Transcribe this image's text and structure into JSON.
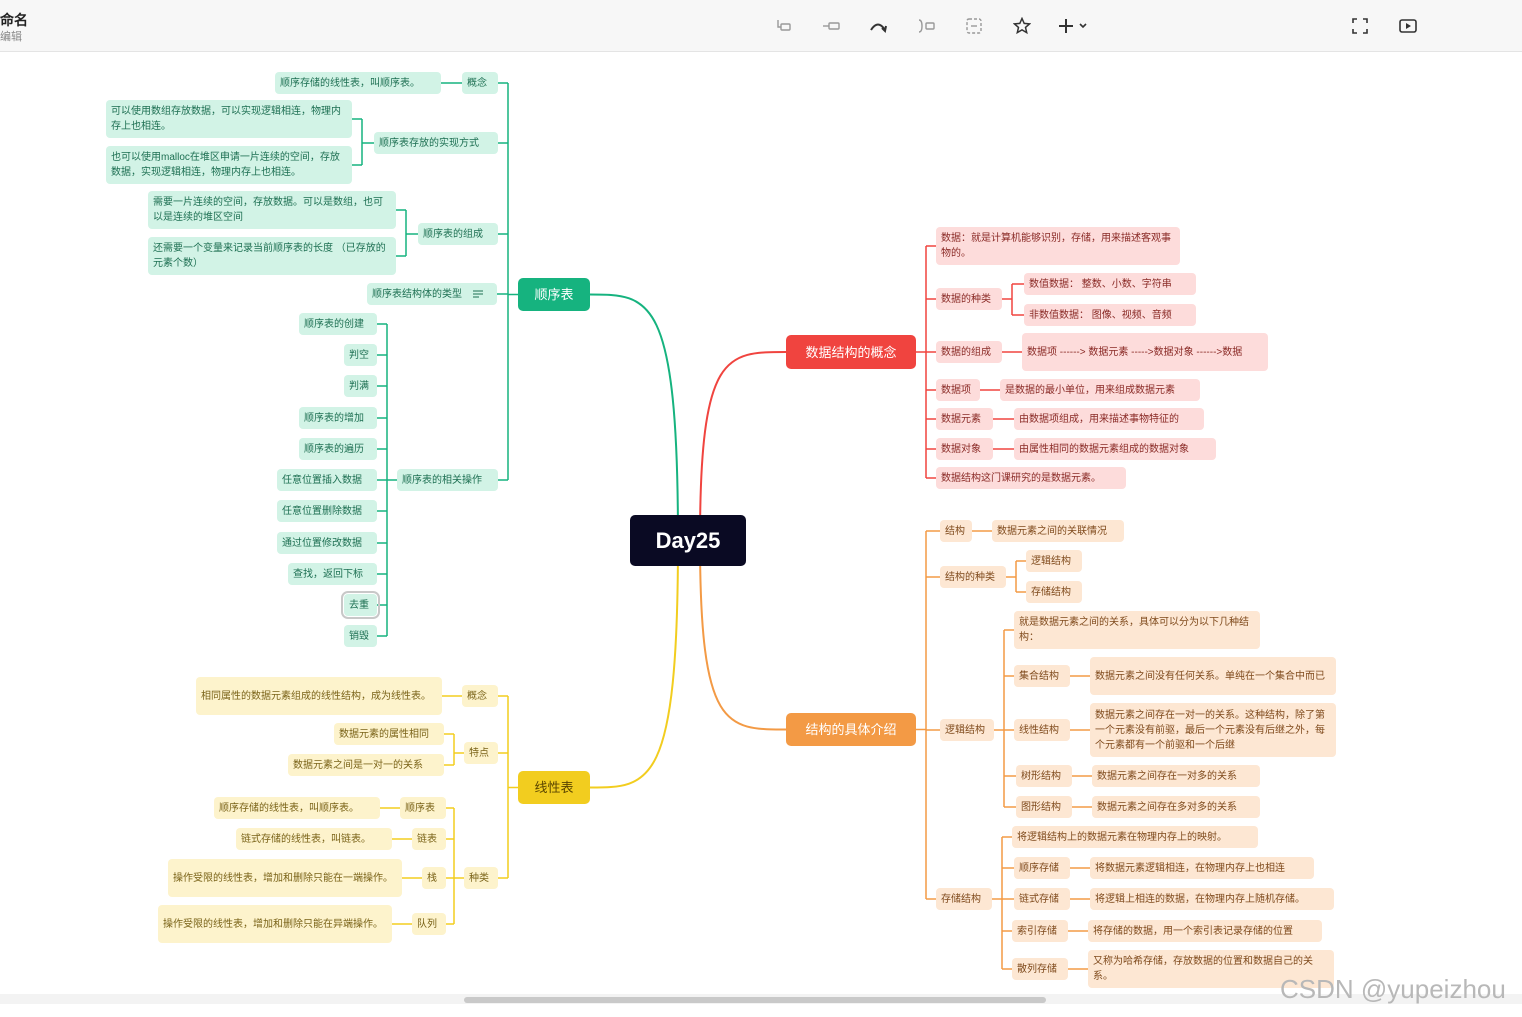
{
  "header": {
    "title": "命名",
    "subtitle": "编辑"
  },
  "toolbar": {
    "icons": [
      "sibling-node-icon",
      "child-node-icon",
      "undo-icon",
      "summary-icon",
      "frame-icon",
      "star-icon",
      "add-icon",
      "fullscreen-icon",
      "play-icon"
    ]
  },
  "root": "Day25",
  "main": {
    "seq": "顺序表",
    "concept": "数据结构的概念",
    "intro": "结构的具体介绍",
    "linear": "线性表"
  },
  "seq": {
    "gainian": "概念",
    "gainian_d": "顺序存储的线性表，叫顺序表。",
    "impl": "顺序表存放的实现方式",
    "impl_d1": "可以使用数组存放数据，可以实现逻辑相连，物理内存上也相连。",
    "impl_d2": "也可以使用malloc在堆区申请一片连续的空间，存放数据，实现逻辑相连，物理内存上也相连。",
    "comp": "顺序表的组成",
    "comp_d1": "需要一片连续的空间，存放数据。可以是数组，也可以是连续的堆区空间",
    "comp_d2": "还需要一个变量来记录当前顺序表的长度 （已存放的元素个数）",
    "type": "顺序表结构体的类型",
    "ops": "顺序表的相关操作",
    "op": [
      "顺序表的创建",
      "判空",
      "判满",
      "顺序表的增加",
      "顺序表的遍历",
      "任意位置插入数据",
      "任意位置删除数据",
      "通过位置修改数据",
      "查找，返回下标",
      "去重",
      "销毁"
    ]
  },
  "concept": {
    "shuju": "数据：就是计算机能够识别，存储，用来描述客观事物的。",
    "kinds": "数据的种类",
    "kind1": "数值数据： 整数、小数、字符串",
    "kind2": "非数值数据： 图像、视频、音频",
    "zucheng": "数据的组成",
    "zucheng_d": "数据项 ------> 数据元素 ----->数据对象 ------>数据",
    "xiang": "数据项",
    "xiang_d": "是数据的最小单位，用来组成数据元素",
    "yuansu": "数据元素",
    "yuansu_d": "由数据项组成，用来描述事物特征的",
    "duixiang": "数据对象",
    "duixiang_d": "由属性相同的数据元素组成的数据对象",
    "yanjiu": "数据结构这门课研究的是数据元素。"
  },
  "intro": {
    "jiegou": "结构",
    "jiegou_d": "数据元素之间的关联情况",
    "zhonglei": "结构的种类",
    "zl1": "逻辑结构",
    "zl2": "存储结构",
    "luoji": "逻辑结构",
    "luoji_d": "就是数据元素之间的关系，具体可以分为以下几种结构：",
    "jihe": "集合结构",
    "jihe_d": "数据元素之间没有任何关系。单纯在一个集合中而已",
    "xianxing": "线性结构",
    "xianxing_d": "数据元素之间存在一对一的关系。这种结构，除了第一个元素没有前驱，最后一个元素没有后继之外，每个元素都有一个前驱和一个后继",
    "shu": "树形结构",
    "shu_d": "数据元素之间存在一对多的关系",
    "tu": "图形结构",
    "tu_d": "数据元素之间存在多对多的关系",
    "cunchu": "存储结构",
    "cunchu_d": "将逻辑结构上的数据元素在物理内存上的映射。",
    "shunxu": "顺序存储",
    "shunxu_d": "将数据元素逻辑相连，在物理内存上也相连",
    "lianshi": "链式存储",
    "lianshi_d": "将逻辑上相连的数据，在物理内存上随机存储。",
    "suoyin": "索引存储",
    "suoyin_d": "将存储的数据，用一个索引表记录存储的位置",
    "sanlie": "散列存储",
    "sanlie_d": "又称为哈希存储，存放数据的位置和数据自己的关系。"
  },
  "linear": {
    "gainian": "概念",
    "gainian_d": "相同属性的数据元素组成的线性结构，成为线性表。",
    "tedian": "特点",
    "td1": "数据元素的属性相同",
    "td2": "数据元素之间是一对一的关系",
    "zhonglei": "种类",
    "sxb": "顺序表",
    "sxb_d": "顺序存储的线性表，叫顺序表。",
    "lb": "链表",
    "lb_d": "链式存储的线性表，叫链表。",
    "zhan": "栈",
    "zhan_d": "操作受限的线性表，增加和删除只能在一端操作。",
    "dl": "队列",
    "dl_d": "操作受限的线性表，增加和删除只能在异端操作。"
  },
  "watermark": "CSDN @yupeizhou",
  "colors": {
    "green": "#16b37f",
    "red": "#f0443f",
    "orange": "#f39a45",
    "yellow": "#f2cd1f",
    "root": "#0a0a23"
  }
}
